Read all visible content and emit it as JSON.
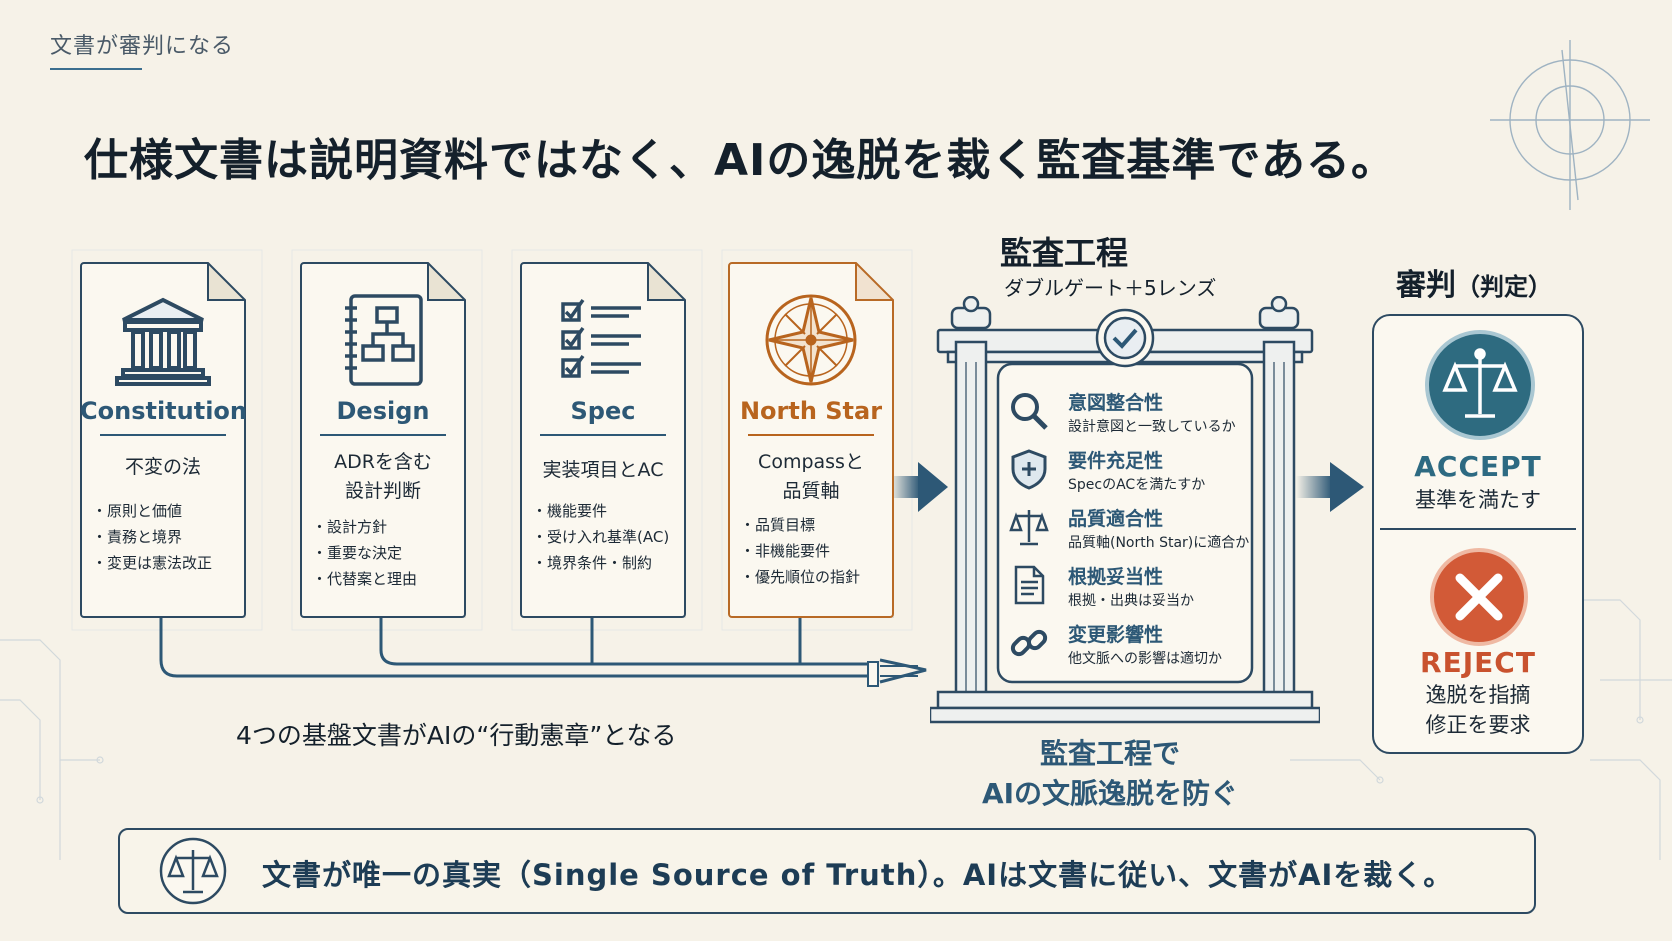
{
  "section_label": "文書が審判になる",
  "headline": "仕様文書は説明資料ではなく、AIの逸脱を裁く監査基準である。",
  "documents": [
    {
      "name": "Constitution",
      "subtitle": "不変の法",
      "items": [
        "原則と価値",
        "責務と境界",
        "変更は憲法改正"
      ],
      "icon": "courthouse-icon"
    },
    {
      "name": "Design",
      "subtitle": "ADRを含む\n設計判断",
      "items": [
        "設計方針",
        "重要な決定",
        "代替案と理由"
      ],
      "icon": "notebook-diagram-icon"
    },
    {
      "name": "Spec",
      "subtitle": "実装項目とAC",
      "items": [
        "機能要件",
        "受け入れ基準(AC)",
        "境界条件・制約"
      ],
      "icon": "checklist-icon"
    },
    {
      "name": "North Star",
      "subtitle": "Compassと\n品質軸",
      "items": [
        "品質目標",
        "非機能要件",
        "優先順位の指針"
      ],
      "icon": "compass-icon"
    }
  ],
  "documents_caption": "4つの基盤文書がAIの“行動憲章”となる",
  "audit": {
    "title": "監査工程",
    "subtitle": "ダブルゲート＋5レンズ",
    "lenses": [
      {
        "name": "意図整合性",
        "desc": "設計意図と一致しているか",
        "icon": "magnifier-icon"
      },
      {
        "name": "要件充足性",
        "desc": "SpecのACを満たすか",
        "icon": "shield-icon"
      },
      {
        "name": "品質適合性",
        "desc": "品質軸(North Star)に適合か",
        "icon": "scales-icon"
      },
      {
        "name": "根拠妥当性",
        "desc": "根拠・出典は妥当か",
        "icon": "document-icon"
      },
      {
        "name": "変更影響性",
        "desc": "他文脈への影響は適切か",
        "icon": "link-icon"
      }
    ],
    "caption_line1": "監査工程で",
    "caption_line2": "AIの文脈逸脱を防ぐ"
  },
  "judgment": {
    "title": "審判",
    "title_note": "（判定）",
    "accept_label": "ACCEPT",
    "accept_desc": "基準を満たす",
    "reject_label": "REJECT",
    "reject_desc_line1": "逸脱を指摘",
    "reject_desc_line2": "修正を要求"
  },
  "banner_text": "文書が唯一の真実（Single Source of Truth）。AIは文書に従い、文書がAIを裁く。",
  "colors": {
    "background": "#f6f2e8",
    "navy": "#2d4a62",
    "teal": "#2e6b80",
    "orange": "#b8641e",
    "reject_red": "#d25a37"
  }
}
